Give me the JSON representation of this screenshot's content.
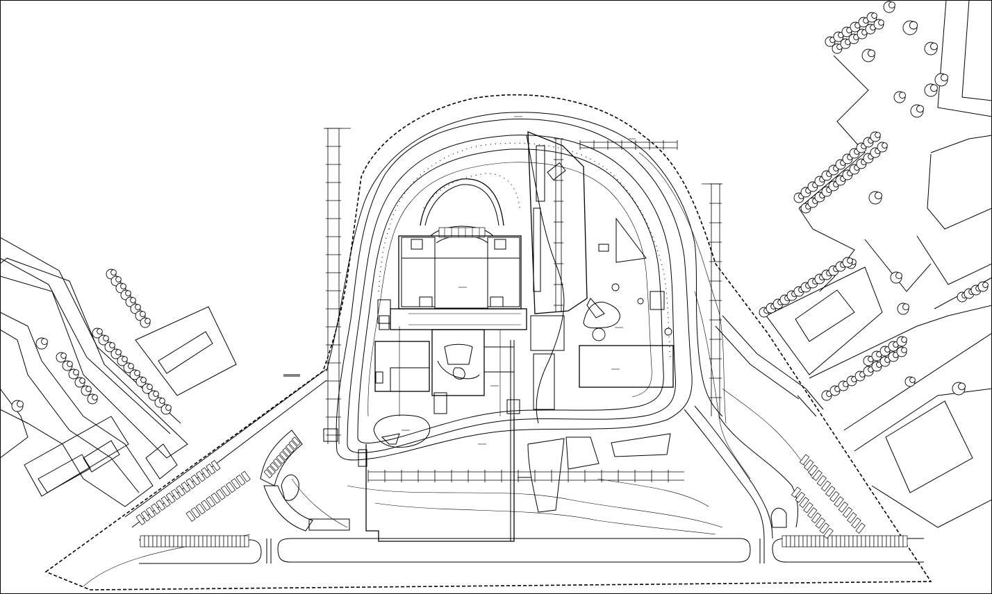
{
  "drawing": {
    "kind": "site-plan",
    "color_line": "#000000",
    "color_background": "#ffffff",
    "symbols": [
      "tree-symbol",
      "parking-stall",
      "building-footprint",
      "site-boundary",
      "contour-line",
      "dimension-chain"
    ]
  }
}
